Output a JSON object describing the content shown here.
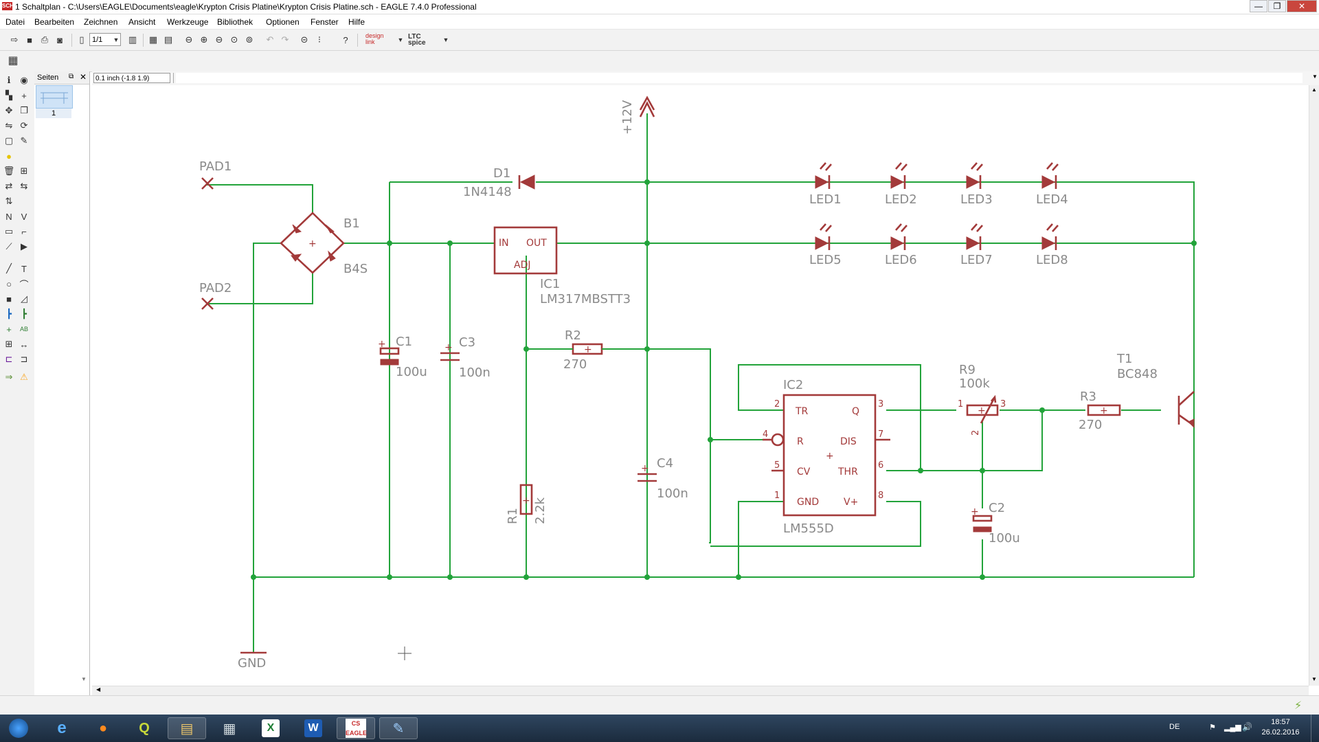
{
  "window": {
    "app_icon": "SCH",
    "title": "1 Schaltplan - C:\\Users\\EAGLE\\Documents\\eagle\\Krypton Crisis Platine\\Krypton Crisis Platine.sch - EAGLE 7.4.0 Professional",
    "controls": [
      "minimize-icon",
      "maximize-icon",
      "close-icon"
    ]
  },
  "menu": [
    "Datei",
    "Bearbeiten",
    "Zeichnen",
    "Ansicht",
    "Werkzeuge",
    "Bibliothek",
    "Optionen",
    "Fenster",
    "Hilfe"
  ],
  "toolbar": {
    "page_select": "1/1",
    "designlink_label": "design link",
    "ltspice_label": "LTC spice"
  },
  "pages_panel": {
    "title": "Seiten",
    "page_number": "1"
  },
  "coordinate_display": "0.1 inch (-1.8 1.9)",
  "schematic": {
    "labels": {
      "pad1": "PAD1",
      "pad2": "PAD2",
      "b1": "B1",
      "b1_value": "B4S",
      "d1": "D1",
      "d1_value": "1N4148",
      "supply": "+12V",
      "ic1": "IC1",
      "ic1_value": "LM317MBSTT3",
      "ic1_in": "IN",
      "ic1_out": "OUT",
      "ic1_adj": "ADJ",
      "c1": "C1",
      "c1_value": "100u",
      "c3": "C3",
      "c3_value": "100n",
      "r2": "R2",
      "r2_value": "270",
      "r1": "R1",
      "r1_value": "2.2k",
      "c4": "C4",
      "c4_value": "100n",
      "ic2": "IC2",
      "ic2_value": "LM555D",
      "ic2_tr": "TR",
      "ic2_q": "Q",
      "ic2_r": "R",
      "ic2_dis": "DIS",
      "ic2_cv": "CV",
      "ic2_thr": "THR",
      "ic2_gnd": "GND",
      "ic2_vplus": "V+",
      "pin2": "2",
      "pin3": "3",
      "pin4": "4",
      "pin7": "7",
      "pin5": "5",
      "pin6": "6",
      "pin1": "1",
      "pin8": "8",
      "r9": "R9",
      "r9_value": "100k",
      "r9_p1": "1",
      "r9_p2": "2",
      "r9_p3": "3",
      "c2": "C2",
      "c2_value": "100u",
      "r3": "R3",
      "r3_value": "270",
      "t1": "T1",
      "t1_value": "BC848",
      "gnd": "GND",
      "led1": "LED1",
      "led2": "LED2",
      "led3": "LED3",
      "led4": "LED4",
      "led5": "LED5",
      "led6": "LED6",
      "led7": "LED7",
      "led8": "LED8"
    }
  },
  "taskbar": {
    "language": "DE",
    "time": "18:57",
    "date": "26.02.2016",
    "apps": [
      "windows-start",
      "internet-explorer",
      "firefox",
      "qgis",
      "file-explorer",
      "calculator",
      "excel",
      "word",
      "eagle",
      "paint"
    ]
  },
  "colors": {
    "wire": "#22a33a",
    "symbol": "#a33a3a",
    "label": "#8a8a8a",
    "taskbar": "#1f3046"
  }
}
